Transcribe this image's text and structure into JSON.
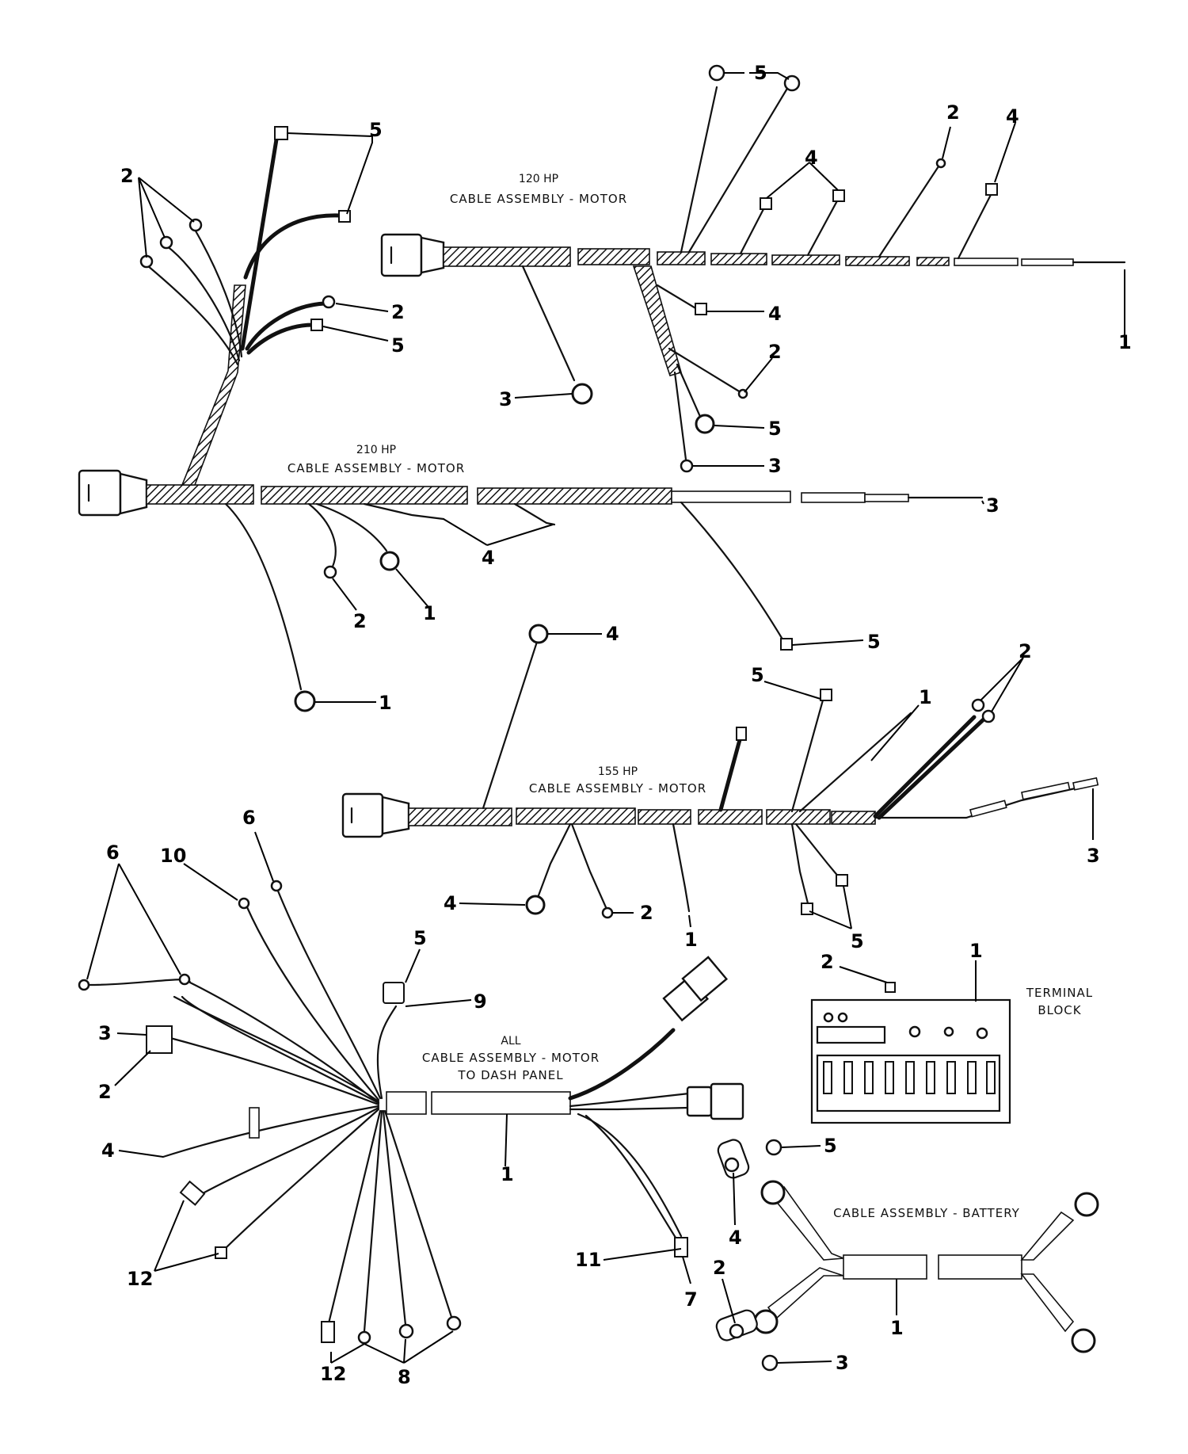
{
  "assemblies": {
    "hp120": {
      "hp": "120 HP",
      "name": "CABLE ASSEMBLY - MOTOR"
    },
    "hp210": {
      "hp": "210 HP",
      "name": "CABLE ASSEMBLY - MOTOR"
    },
    "hp155": {
      "hp": "155 HP",
      "name": "CABLE ASSEMBLY - MOTOR"
    },
    "all": {
      "line1": "ALL",
      "line2": "CABLE ASSEMBLY - MOTOR",
      "line3": "TO DASH PANEL"
    },
    "terminal": {
      "line1": "TERMINAL",
      "line2": "BLOCK"
    },
    "battery": {
      "name": "CABLE ASSEMBLY - BATTERY"
    }
  },
  "callouts": {
    "hp120": [
      "5",
      "2",
      "4",
      "4",
      "1",
      "4",
      "2",
      "3",
      "5",
      "3"
    ],
    "hp210": [
      "5",
      "2",
      "2",
      "5",
      "3",
      "4",
      "2",
      "1",
      "5",
      "1"
    ],
    "hp155": [
      "4",
      "5",
      "1",
      "2",
      "3",
      "4",
      "2",
      "1",
      "5"
    ],
    "all": [
      "6",
      "10",
      "6",
      "5",
      "9",
      "3",
      "2",
      "4",
      "12",
      "1",
      "11",
      "7",
      "12",
      "8"
    ],
    "terminal": [
      "2",
      "1"
    ],
    "battery": [
      "5",
      "4",
      "1",
      "2",
      "3"
    ]
  },
  "icons": [
    "ring-terminal-icon",
    "spade-terminal-icon",
    "connector-plug-icon",
    "battery-clamp-icon",
    "terminal-block-icon"
  ],
  "colors": {
    "ink": "#111111",
    "paper": "#ffffff"
  }
}
